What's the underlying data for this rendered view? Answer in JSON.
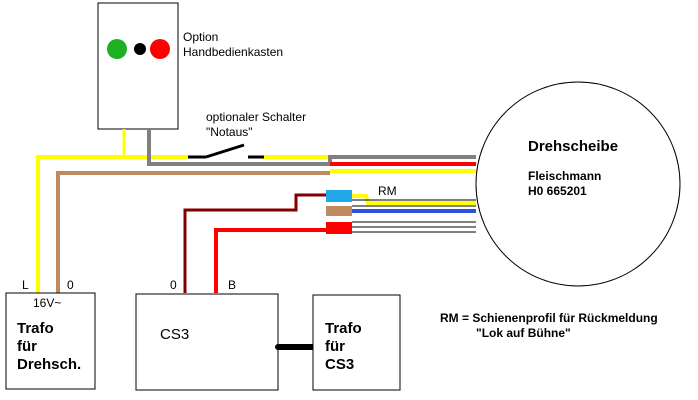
{
  "handbox": {
    "label_line1": "Option",
    "label_line2": "Handbedienkasten",
    "colors": {
      "green": "#1db023",
      "black": "#000000",
      "red": "#ff0000"
    }
  },
  "switch": {
    "label_line1": "optionaler Schalter",
    "label_line2": "\"Notaus\""
  },
  "turntable": {
    "title": "Drehscheibe",
    "maker": "Fleischmann",
    "model": "H0 665201",
    "rm_label": "RM"
  },
  "trafo_turntable": {
    "voltage": "16V~",
    "terminal_l": "L",
    "terminal_0": "0",
    "line1": "Trafo",
    "line2": "für",
    "line3": "Drehsch."
  },
  "cs3": {
    "label": "CS3",
    "terminal_0": "0",
    "terminal_b": "B"
  },
  "trafo_cs3": {
    "line1": "Trafo",
    "line2": "für",
    "line3": "CS3"
  },
  "legend": {
    "line1": "RM = Schienenprofil für Rückmeldung",
    "line2": "\"Lok auf Bühne\""
  },
  "wire_colors": {
    "yellow": "#ffff00",
    "gray": "#808080",
    "red": "#ff0000",
    "brown": "#c08a5f",
    "darkred": "#800000",
    "blue": "#3050e0",
    "lightblue": "#20a8e8"
  }
}
